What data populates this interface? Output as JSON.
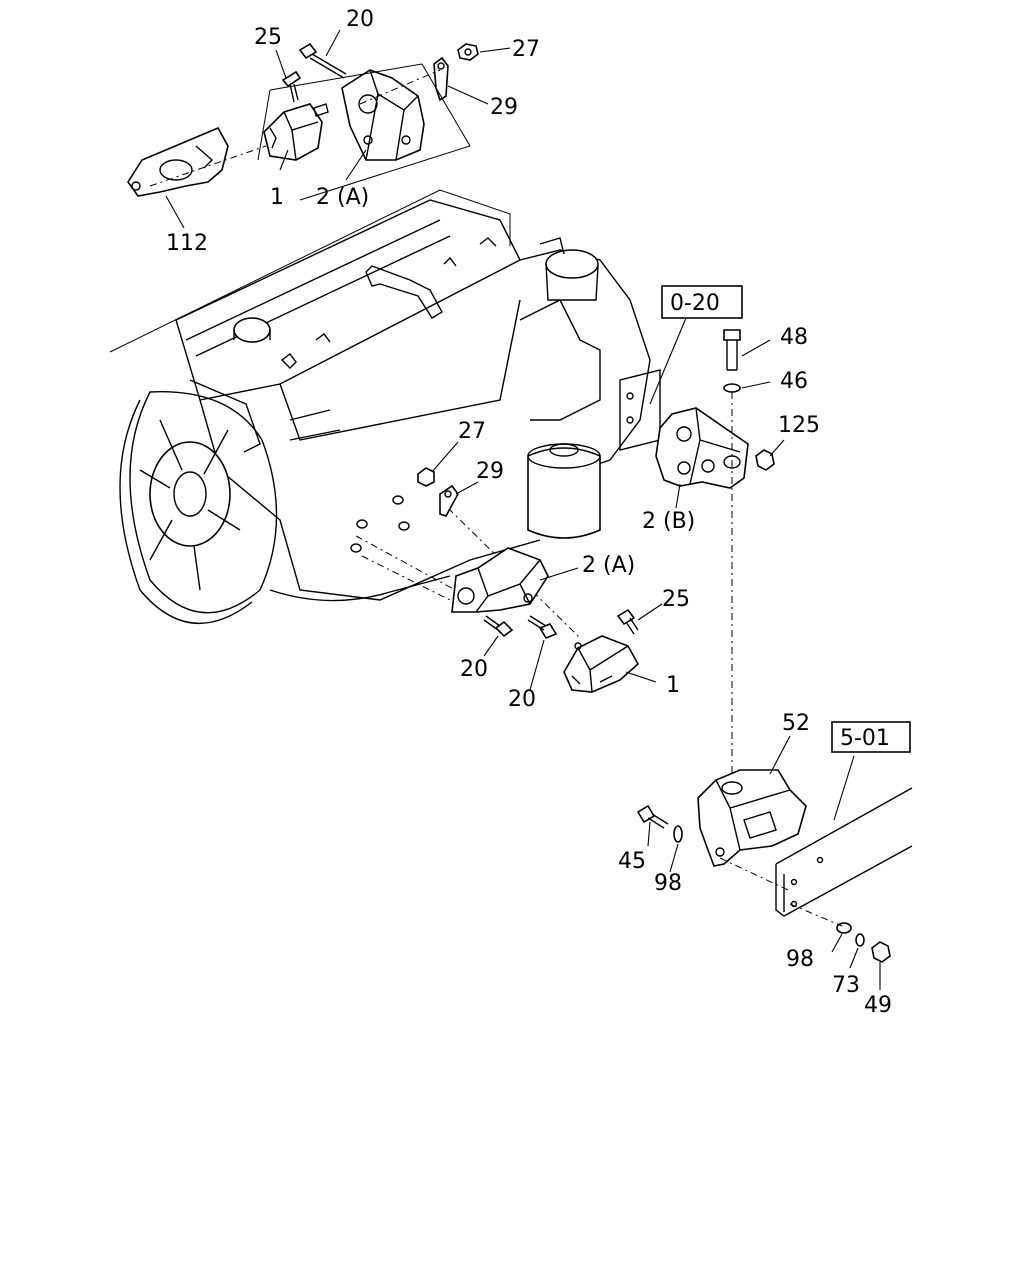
{
  "callouts": [
    {
      "id": "c-25-top",
      "text": "25"
    },
    {
      "id": "c-20-top",
      "text": "20"
    },
    {
      "id": "c-27-top",
      "text": "27"
    },
    {
      "id": "c-29-top",
      "text": "29"
    },
    {
      "id": "c-1-top",
      "text": "1"
    },
    {
      "id": "c-2a-top",
      "text": "2 (A)"
    },
    {
      "id": "c-112",
      "text": "112"
    },
    {
      "id": "c-48",
      "text": "48"
    },
    {
      "id": "c-46",
      "text": "46"
    },
    {
      "id": "c-125",
      "text": "125"
    },
    {
      "id": "c-2b",
      "text": "2 (B)"
    },
    {
      "id": "c-27-mid",
      "text": "27"
    },
    {
      "id": "c-29-mid",
      "text": "29"
    },
    {
      "id": "c-2a-mid",
      "text": "2 (A)"
    },
    {
      "id": "c-25-mid",
      "text": "25"
    },
    {
      "id": "c-20-mid-a",
      "text": "20"
    },
    {
      "id": "c-20-mid-b",
      "text": "20"
    },
    {
      "id": "c-1-mid",
      "text": "1"
    },
    {
      "id": "c-52",
      "text": "52"
    },
    {
      "id": "c-45",
      "text": "45"
    },
    {
      "id": "c-98-a",
      "text": "98"
    },
    {
      "id": "c-98-b",
      "text": "98"
    },
    {
      "id": "c-73",
      "text": "73"
    },
    {
      "id": "c-49",
      "text": "49"
    }
  ],
  "reference_boxes": {
    "ref_0_20": "0-20",
    "ref_5_01": "5-01"
  }
}
